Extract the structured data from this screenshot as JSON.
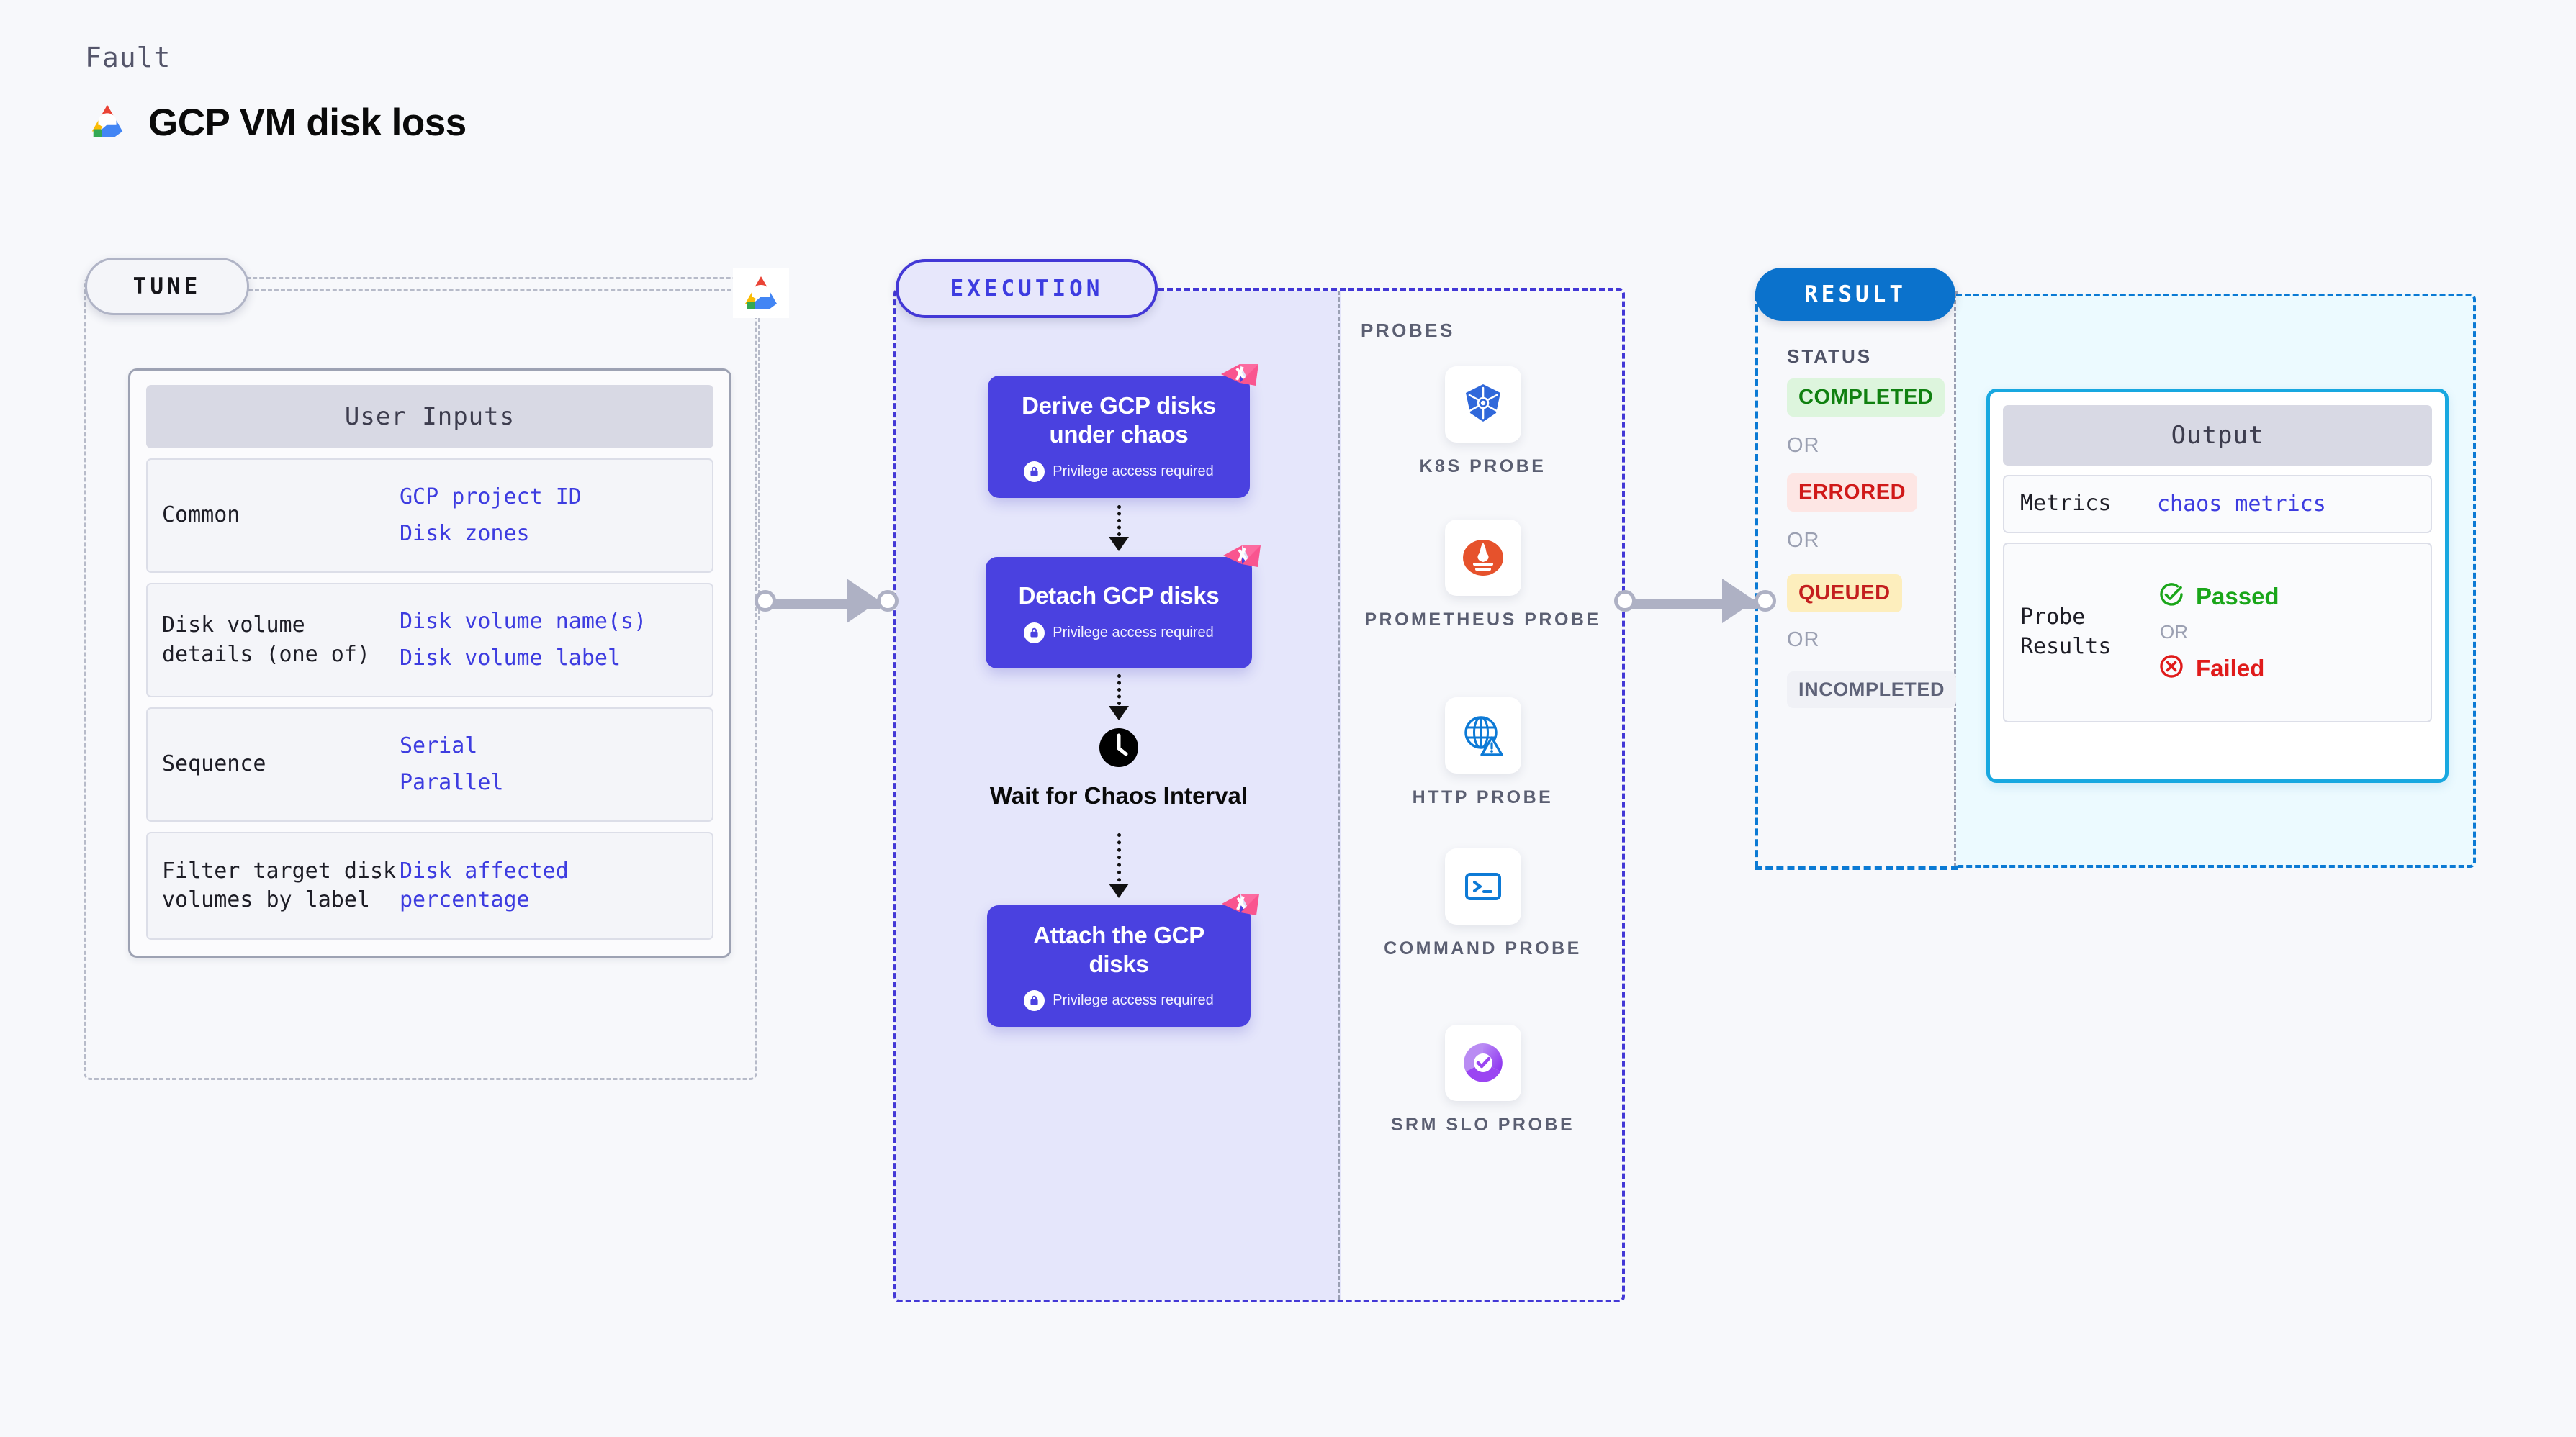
{
  "header": {
    "eyebrow": "Fault",
    "title": "GCP VM disk loss",
    "logo_icon": "gcp-logo-icon"
  },
  "tune": {
    "badge": "TUNE",
    "provider_icon": "gcp-logo-icon",
    "card": {
      "title": "User Inputs",
      "rows": [
        {
          "key": "Common",
          "values": [
            "GCP project ID",
            "Disk zones"
          ]
        },
        {
          "key": "Disk volume details (one of)",
          "values": [
            "Disk volume name(s)",
            "Disk volume label"
          ]
        },
        {
          "key": "Sequence",
          "values": [
            "Serial",
            "Parallel"
          ]
        },
        {
          "key": "Filter target disk volumes by label",
          "values": [
            "Disk affected percentage"
          ]
        }
      ]
    }
  },
  "execution": {
    "badge": "EXECUTION",
    "steps": [
      {
        "title": "Derive GCP disks under chaos",
        "note": "Privilege access required",
        "type": "task"
      },
      {
        "title": "Detach GCP disks",
        "note": "Privilege access required",
        "type": "task"
      },
      {
        "title": "Wait for Chaos Interval",
        "note": "",
        "type": "wait"
      },
      {
        "title": "Attach the GCP disks",
        "note": "Privilege access required",
        "type": "task"
      }
    ],
    "probes": {
      "title": "PROBES",
      "items": [
        {
          "label": "K8S PROBE",
          "icon": "kubernetes-icon"
        },
        {
          "label": "PROMETHEUS PROBE",
          "icon": "prometheus-icon"
        },
        {
          "label": "HTTP PROBE",
          "icon": "http-globe-icon"
        },
        {
          "label": "COMMAND PROBE",
          "icon": "terminal-icon"
        },
        {
          "label": "SRM SLO PROBE",
          "icon": "srm-slo-icon"
        }
      ]
    }
  },
  "result": {
    "badge": "RESULT",
    "status_label": "STATUS",
    "or_label": "OR",
    "statuses": [
      {
        "text": "COMPLETED",
        "bg": "#ddf5dd",
        "fg": "#108010"
      },
      {
        "text": "ERRORED",
        "bg": "#fde6e4",
        "fg": "#d01919"
      },
      {
        "text": "QUEUED",
        "bg": "#fdeebd",
        "fg": "#c41f1f"
      },
      {
        "text": "INCOMPLETED",
        "bg": "#f0f1f6",
        "fg": "#5e6278"
      }
    ],
    "output": {
      "title": "Output",
      "metrics_key": "Metrics",
      "metrics_value": "chaos metrics",
      "probe_key": "Probe Results",
      "passed": "Passed",
      "failed": "Failed",
      "or_label": "OR",
      "passed_color": "#1aa61a",
      "failed_color": "#e01b1b"
    }
  },
  "colors": {
    "background": "#f7f8fb",
    "execution_accent": "#4338d6",
    "execution_fill": "#e5e6fb",
    "task_block": "#4a41e0",
    "result_accent": "#0b7ad4",
    "result_fill": "#ecfaff",
    "mono_link": "#3d3ce0"
  }
}
